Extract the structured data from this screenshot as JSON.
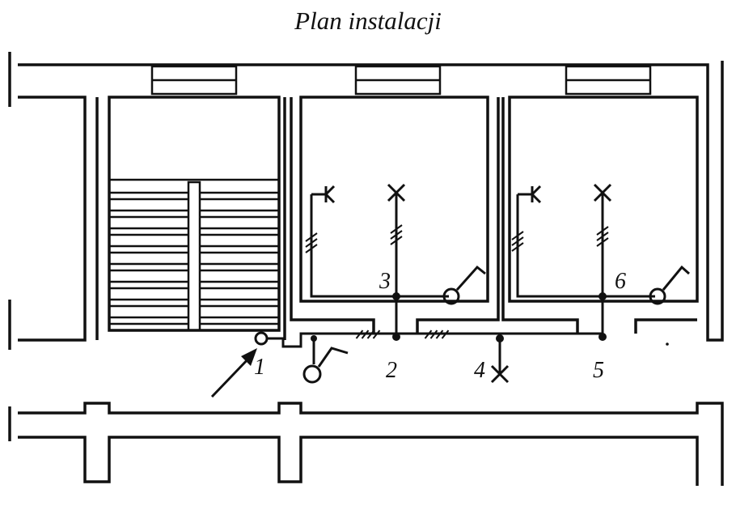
{
  "title": "Plan instalacji",
  "points": [
    {
      "id": "p1",
      "label": "1"
    },
    {
      "id": "p2",
      "label": "2"
    },
    {
      "id": "p3",
      "label": "3"
    },
    {
      "id": "p4",
      "label": "4"
    },
    {
      "id": "p5",
      "label": "5"
    },
    {
      "id": "p6",
      "label": "6"
    }
  ]
}
